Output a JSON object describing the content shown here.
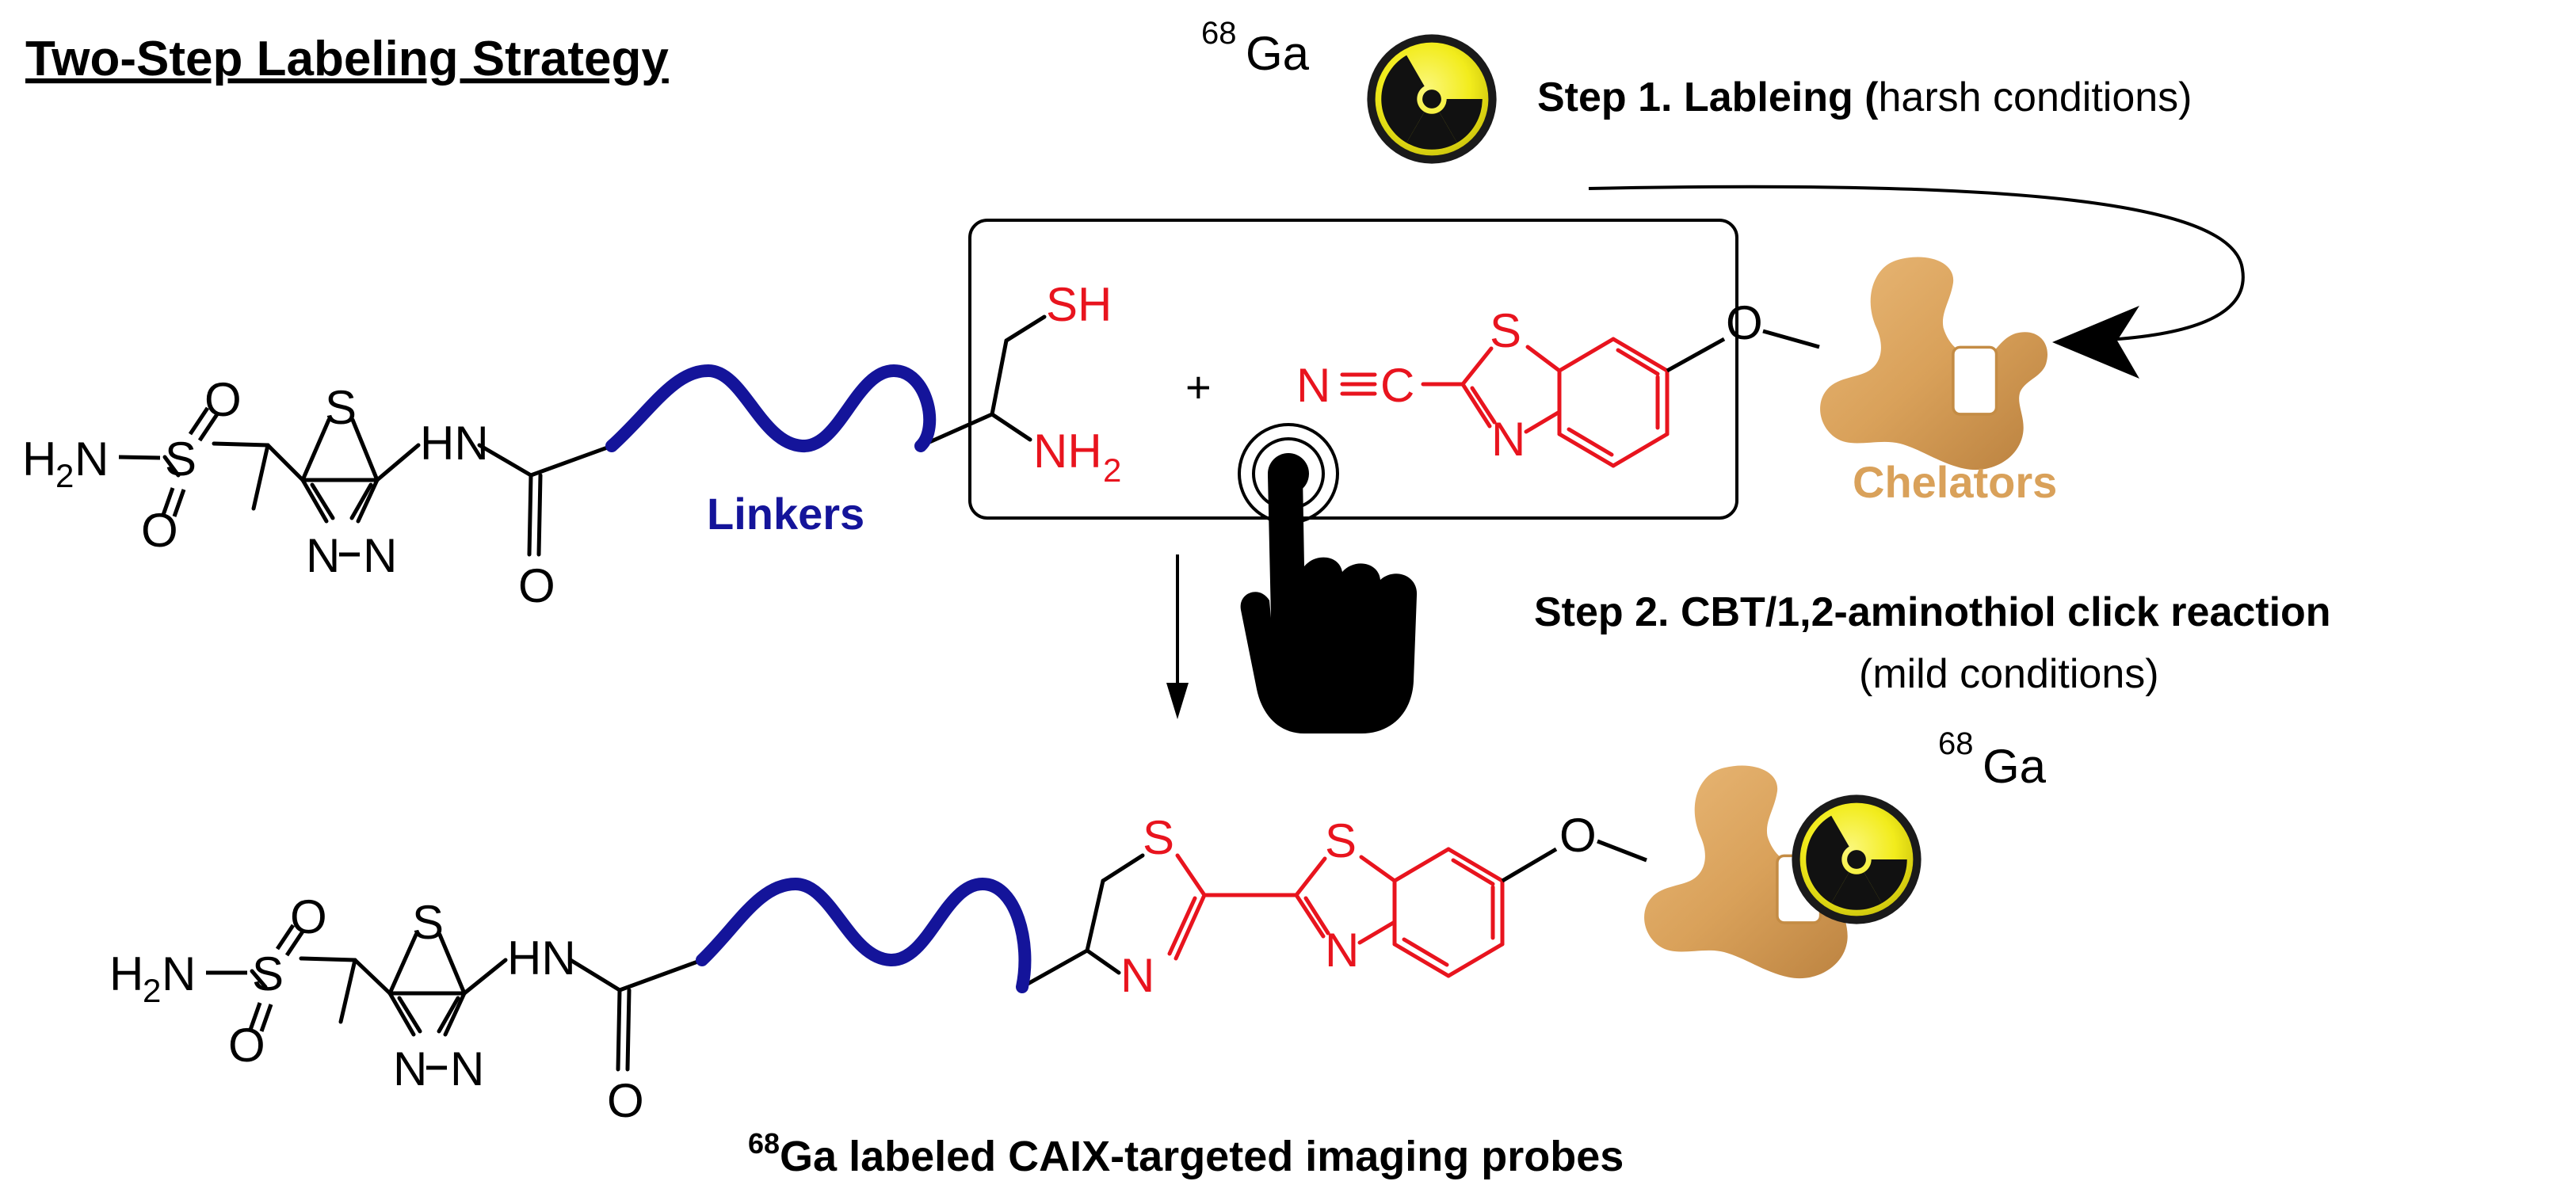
{
  "title": "Two-Step Labeling Strategy",
  "isotope": {
    "mass": "68",
    "symbol": "Ga"
  },
  "step1": {
    "label": "Step 1. Lableing (",
    "condition": "harsh conditions)"
  },
  "step2": {
    "label": "Step 2. CBT/1,2-aminothiol click reaction",
    "condition": "(mild conditions)"
  },
  "linkers_label": "Linkers",
  "chelators_label": "Chelators",
  "plus_sign": "+",
  "product_caption": {
    "sup": "68",
    "text": "Ga labeled CAIX-targeted imaging probes"
  },
  "atoms": {
    "h2n_h": "H",
    "h2n_sub": "2",
    "h2n_n": "N",
    "sulfur": "S",
    "oxygen": "O",
    "nitrogen": "N",
    "n_n": "N",
    "hn": "HN",
    "sh": "SH",
    "nh2_nh": "NH",
    "nh2_sub": "2",
    "cyano_n": "N",
    "cyano_c": "C"
  },
  "icons": [
    "radioactive-icon",
    "tap-gesture-icon",
    "chelator-icon",
    "curved-arrow-icon",
    "down-arrow-icon"
  ],
  "colors": {
    "linker": "#14149a",
    "cbt": "#e8141e",
    "chelator": "#d9a15a",
    "radiation_fill": "#f2ec1c",
    "text": "#000000"
  }
}
